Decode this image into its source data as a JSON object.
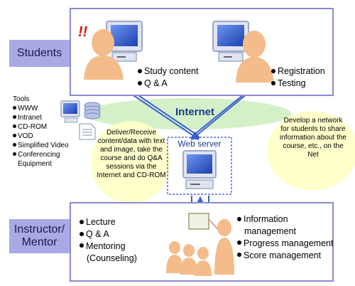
{
  "students_label": "Students",
  "instructor_label": "Instructor/ Mentor",
  "student_left_items": [
    "Study content",
    "Q & A"
  ],
  "student_right_items": [
    "Registration",
    "Testing"
  ],
  "internet_label": "Internet",
  "web_server_label": "Web server",
  "alert_marks": "!!",
  "tools": {
    "title": "Tools",
    "items": [
      "WWW",
      "Intranet",
      "CD-ROM",
      "VOD",
      "Simplified Video",
      "Conferencing Equipment"
    ]
  },
  "deliver_note": "Deliver/Receive content/data with text and image, take the course and do Q&A sessions via the Internet and CD-ROM",
  "network_note": "Develop a network for students to share information about the course, etc.,  on the Net",
  "instructor_left_items": [
    "Lecture",
    "Q & A",
    "Mentoring (Counseling)"
  ],
  "instructor_right_items": [
    "Information management",
    "Progress management",
    "Score management"
  ],
  "colors": {
    "panel_border": "#8a8ad0",
    "role_label_bg": "#a9a9e6",
    "internet_ellipse": "#d4f0c8",
    "note_ellipse": "#ffffcc",
    "person": "#f4bc8a",
    "monitor_frame": "#9aa8c8",
    "monitor_screen": "#2f55c8",
    "arrow": "#3a5fd0"
  }
}
